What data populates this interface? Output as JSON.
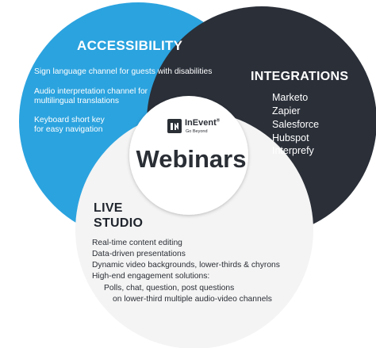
{
  "colors": {
    "accessibility": "#2ba3df",
    "integrations": "#2a2f38",
    "live_studio": "#f4f4f4",
    "center": "#ffffff",
    "dark_text": "#2a2e35"
  },
  "center": {
    "logo_brand": "InEvent",
    "logo_mark": "®",
    "logo_tagline": "Go Beyond",
    "title": "Webinars"
  },
  "accessibility": {
    "title": "ACCESSIBILITY",
    "items": [
      "Sign language channel for guests with disabilities",
      "Audio interpretation channel for",
      "multilingual translations",
      "Keyboard short key",
      "for easy navigation"
    ]
  },
  "integrations": {
    "title": "INTEGRATIONS",
    "items": [
      "Marketo",
      "Zapier",
      "Salesforce",
      "Hubspot",
      "Interprefy"
    ]
  },
  "live_studio": {
    "title_line1": "LIVE",
    "title_line2": "STUDIO",
    "items": [
      "Real-time content editing",
      "Data-driven presentations",
      "Dynamic video backgrounds, lower-thirds & chyrons",
      "High-end engagement solutions:",
      "Polls, chat, question, post questions",
      "on lower-third multiple audio-video channels"
    ]
  }
}
